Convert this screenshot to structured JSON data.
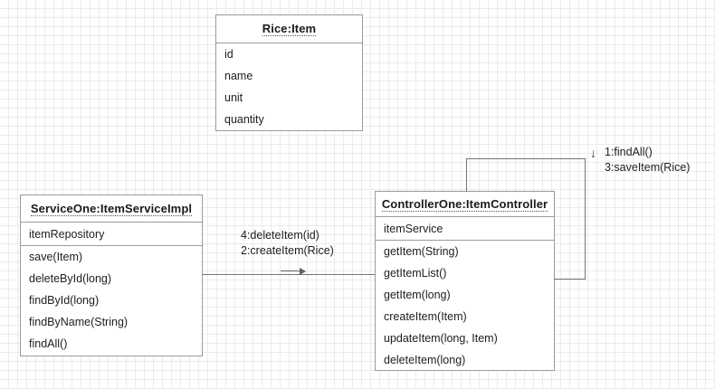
{
  "diagram": {
    "title": "UML class collaboration diagram",
    "grid_color": "#e8ecef",
    "border_color": "#9b9b9b",
    "line_color": "#6f7479",
    "text_color": "#1d1d1d"
  },
  "classes": [
    {
      "id": "rice-item",
      "title": "Rice:Item",
      "attributes": [
        "id",
        "name",
        "unit",
        "quantity"
      ],
      "operations": []
    },
    {
      "id": "service-one",
      "title": "ServiceOne:ItemServiceImpl",
      "attributes": [
        "itemRepository"
      ],
      "operations": [
        "save(Item)",
        "deleteById(long)",
        "findById(long)",
        "findByName(String)",
        "findAll()"
      ]
    },
    {
      "id": "controller-one",
      "title": "ControllerOne:ItemController",
      "attributes": [
        "itemService"
      ],
      "operations": [
        "getItem(String)",
        "getItemList()",
        "getItem(long)",
        "createItem(Item)",
        "updateItem(long, Item)",
        "deleteItem(long)"
      ]
    }
  ],
  "messages": {
    "service_to_controller": {
      "line1": "4:deleteItem(id)",
      "line2": "2:createItem(Rice)",
      "direction_icon": "arrow-right-icon"
    },
    "controller_self": {
      "line1": "1:findAll()",
      "line2": "3:saveItem(Rice)",
      "direction_icon": "arrow-down-icon",
      "direction_glyph": "↓"
    }
  }
}
